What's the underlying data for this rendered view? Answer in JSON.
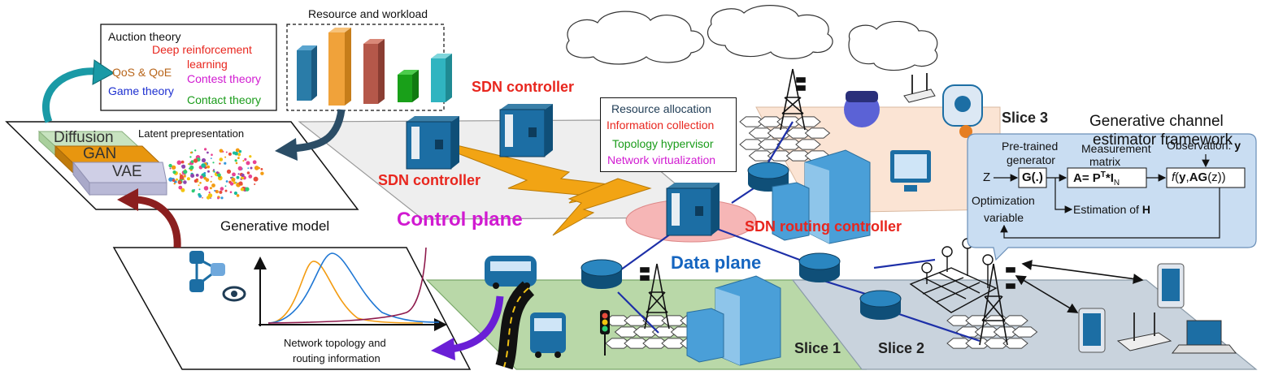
{
  "colors": {
    "red": "#e8261e",
    "magenta": "#d11ad1",
    "blue": "#1565c0",
    "green": "#1a9c1a",
    "orange_brown": "#b8651a",
    "dark_navy": "#1f3c55",
    "router_blue": "#1c6ea4",
    "slice1_green": "#b9d8a8",
    "slice2_gray": "#c9d3dd",
    "slice3_peach": "#fbe4d4",
    "channel_panel": "#c9ddf2"
  },
  "icons": [
    "cloud-icon",
    "router-icon",
    "server-icon",
    "tower-icon",
    "building-icon",
    "train-icon",
    "bus-icon",
    "traffic-light-icon",
    "tablet-icon",
    "laptop-icon",
    "wifi-router-icon",
    "vr-headset-icon",
    "video-conference-icon",
    "brain-network-icon"
  ],
  "resource": {
    "title": "Resource and workload"
  },
  "theories": {
    "auction": "Auction theory",
    "drl_1": "Deep reinforcement",
    "drl_2": "learning",
    "qos": "QoS & QoE",
    "contest": "Contest theory",
    "game": "Game theory",
    "contact": "Contact theory"
  },
  "generative": {
    "diffusion": "Diffusion",
    "gan": "GAN",
    "vae": "VAE",
    "latent": "Latent prepresentation",
    "title": "Generative model"
  },
  "network_info": {
    "line1": "Network topology and",
    "line2": "routing information"
  },
  "controllers": {
    "sdn_top": "SDN controller",
    "sdn_left": "SDN controller",
    "sdn_routing": "SDN routing controller"
  },
  "functions": {
    "resource_allocation": "Resource allocation",
    "information_collection": "Information collection",
    "topology_hypervisor": "Topology hypervisor",
    "network_virtualization": "Network virtualization"
  },
  "planes": {
    "control": "Control plane",
    "data": "Data plane"
  },
  "slices": {
    "slice1": "Slice 1",
    "slice2": "Slice 2",
    "slice3": "Slice 3"
  },
  "channel": {
    "title_1": "Generative channel",
    "title_2": "estimator framework",
    "pretrained_1": "Pre-trained",
    "pretrained_2": "generator",
    "measurement_1": "Measurement",
    "measurement_2": "matrix",
    "observation": "Observation: ",
    "observation_var": "y",
    "z": "Z",
    "g_block": "G(.)",
    "a_block_prefix": "A= P",
    "a_block_sup": "T",
    "a_block_mid": "*I",
    "a_block_sub": "N",
    "f_block_1": "f",
    "f_block_2": "(",
    "f_block_3": "y",
    "f_block_4": ",",
    "f_block_5": "AG",
    "f_block_6": "(z))",
    "opt_1": "Optimization",
    "opt_2": "variable",
    "estimation": "Estimation of ",
    "estimation_var": "H"
  }
}
